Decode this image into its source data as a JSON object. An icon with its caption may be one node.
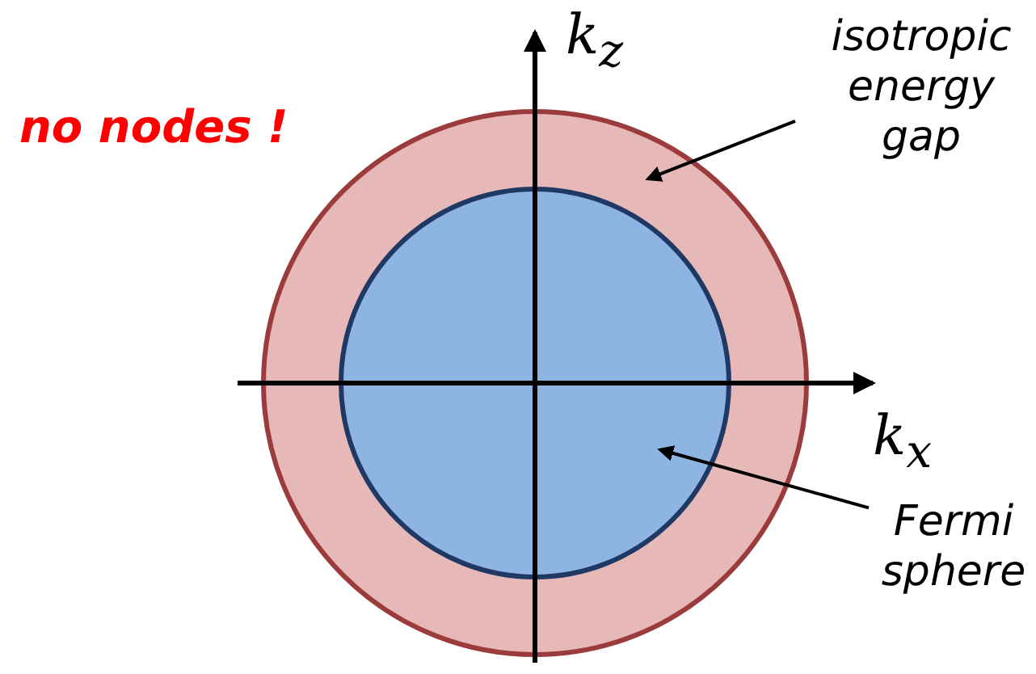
{
  "diagram": {
    "nodes": [
      {
        "text": [],
        "shape": "circle"
      },
      {
        "text": [],
        "shape": "circle",
        "in": 0
      },
      {
        "text": [
          "isotropic energy gap"
        ]
      },
      {
        "text": [
          "Fermi sphere"
        ]
      }
    ],
    "edges": [
      {
        "from": 2,
        "to": 0,
        "arrow": "to"
      },
      {
        "from": 3,
        "to": 1,
        "arrow": "to"
      }
    ],
    "labels": [
      "no nodes !",
      "k$_{z}$",
      "k$_{x}$"
    ]
  }
}
